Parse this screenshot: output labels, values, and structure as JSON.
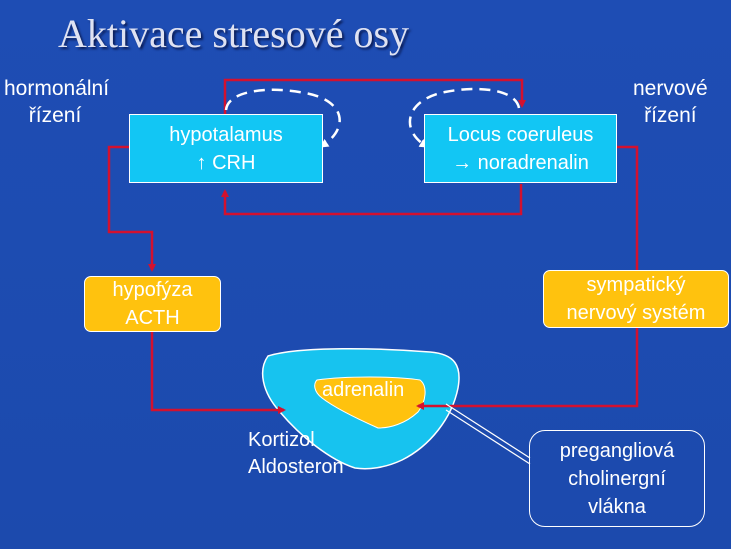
{
  "slide": {
    "title": "Aktivace stresové osy",
    "left_label": {
      "line1": "hormonální",
      "line2": "řízení"
    },
    "right_label": {
      "line1": "nervové",
      "line2": "řízení"
    },
    "hypothalamus_box": {
      "line1": "hypotalamus",
      "line2": "↑ CRH"
    },
    "locus_box": {
      "line1": "Locus coeruleus",
      "line2": "→ noradrenalin"
    },
    "pituitary_box": {
      "line1": "hypofýza",
      "line2": "ACTH"
    },
    "sympathetic_box": {
      "line1": "sympatický",
      "line2": "nervový systém"
    },
    "adrenal_medulla_label": "adrenalin",
    "cortex_hormones": {
      "line1": "Kortizol",
      "line2": "Aldosteron"
    },
    "preganglionic_callout": {
      "line1": "pregangliová",
      "line2": "cholinergní",
      "line3": "vlákna"
    }
  },
  "colors": {
    "background": "#1f4fb3",
    "arrow": "#d3112f",
    "cyan_box": "#12c6f4",
    "gold_box": "#ffc20e",
    "text": "#ffffff"
  }
}
